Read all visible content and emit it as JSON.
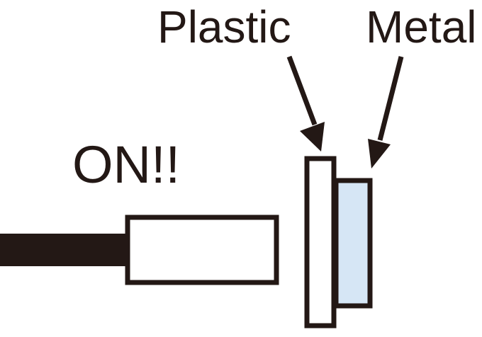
{
  "labels": {
    "plastic": "Plastic",
    "metal": "Metal",
    "status": "ON!!"
  },
  "colors": {
    "stroke": "#231815",
    "cable": "#231815",
    "sensor_fill": "#ffffff",
    "plastic_fill": "#ffffff",
    "metal_fill": "#d6e6f5"
  }
}
